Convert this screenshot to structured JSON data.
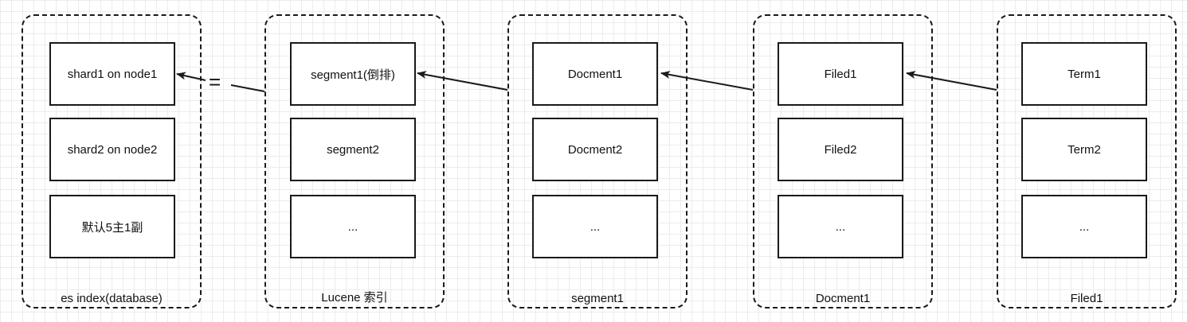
{
  "diagram": {
    "groups": [
      {
        "label": "es index(database)",
        "items": [
          "shard1 on node1",
          "shard2 on node2",
          "默认5主1副"
        ]
      },
      {
        "label": "Lucene 索引",
        "items": [
          "segment1(倒排)",
          "segment2",
          "..."
        ]
      },
      {
        "label": "segment1",
        "items": [
          "Docment1",
          "Docment2",
          "..."
        ]
      },
      {
        "label": "Docment1",
        "items": [
          "Filed1",
          "Filed2",
          "..."
        ]
      },
      {
        "label": "Filed1",
        "items": [
          "Term1",
          "Term2",
          "..."
        ]
      }
    ],
    "equals_sign": "="
  }
}
